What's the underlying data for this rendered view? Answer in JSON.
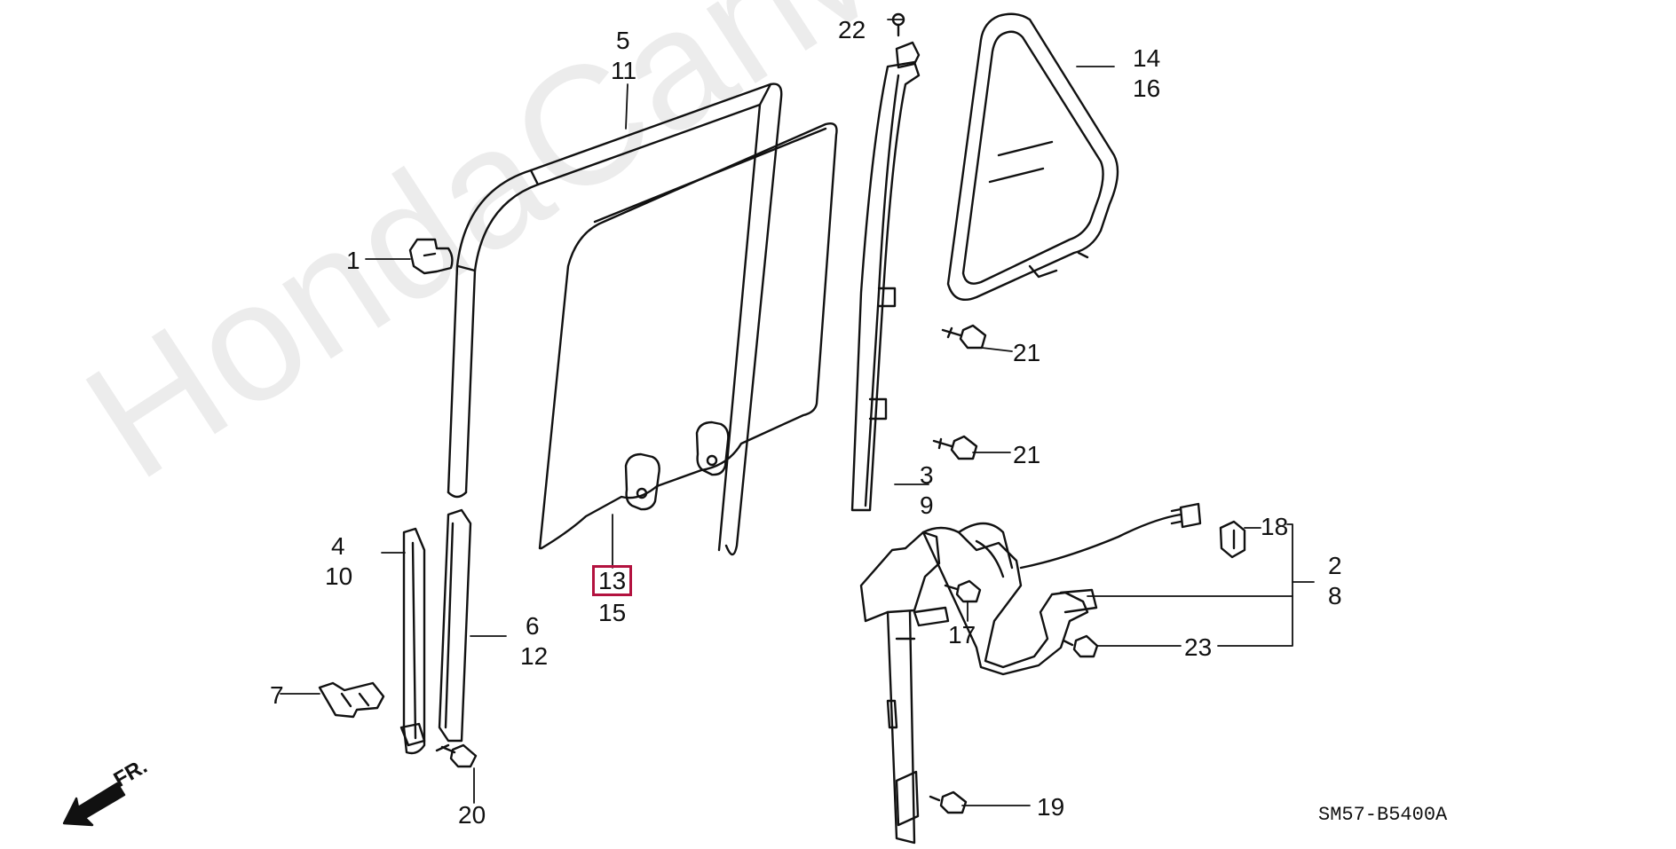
{
  "watermark": "HondaCarMine.ru",
  "diagram_code": "SM57-B5400A",
  "direction_label": "FR.",
  "labels": {
    "l1": "1",
    "l2": "2",
    "l3": "3",
    "l4": "4",
    "l5": "5",
    "l6": "6",
    "l7": "7",
    "l8": "8",
    "l9": "9",
    "l10": "10",
    "l11": "11",
    "l12": "12",
    "l13": "13",
    "l14": "14",
    "l15": "15",
    "l16": "16",
    "l17": "17",
    "l18": "18",
    "l19": "19",
    "l20": "20",
    "l21a": "21",
    "l21b": "21",
    "l22": "22",
    "l23": "23"
  },
  "colors": {
    "line": "#111111",
    "highlight": "#b3123f",
    "watermark": "#ececec"
  }
}
